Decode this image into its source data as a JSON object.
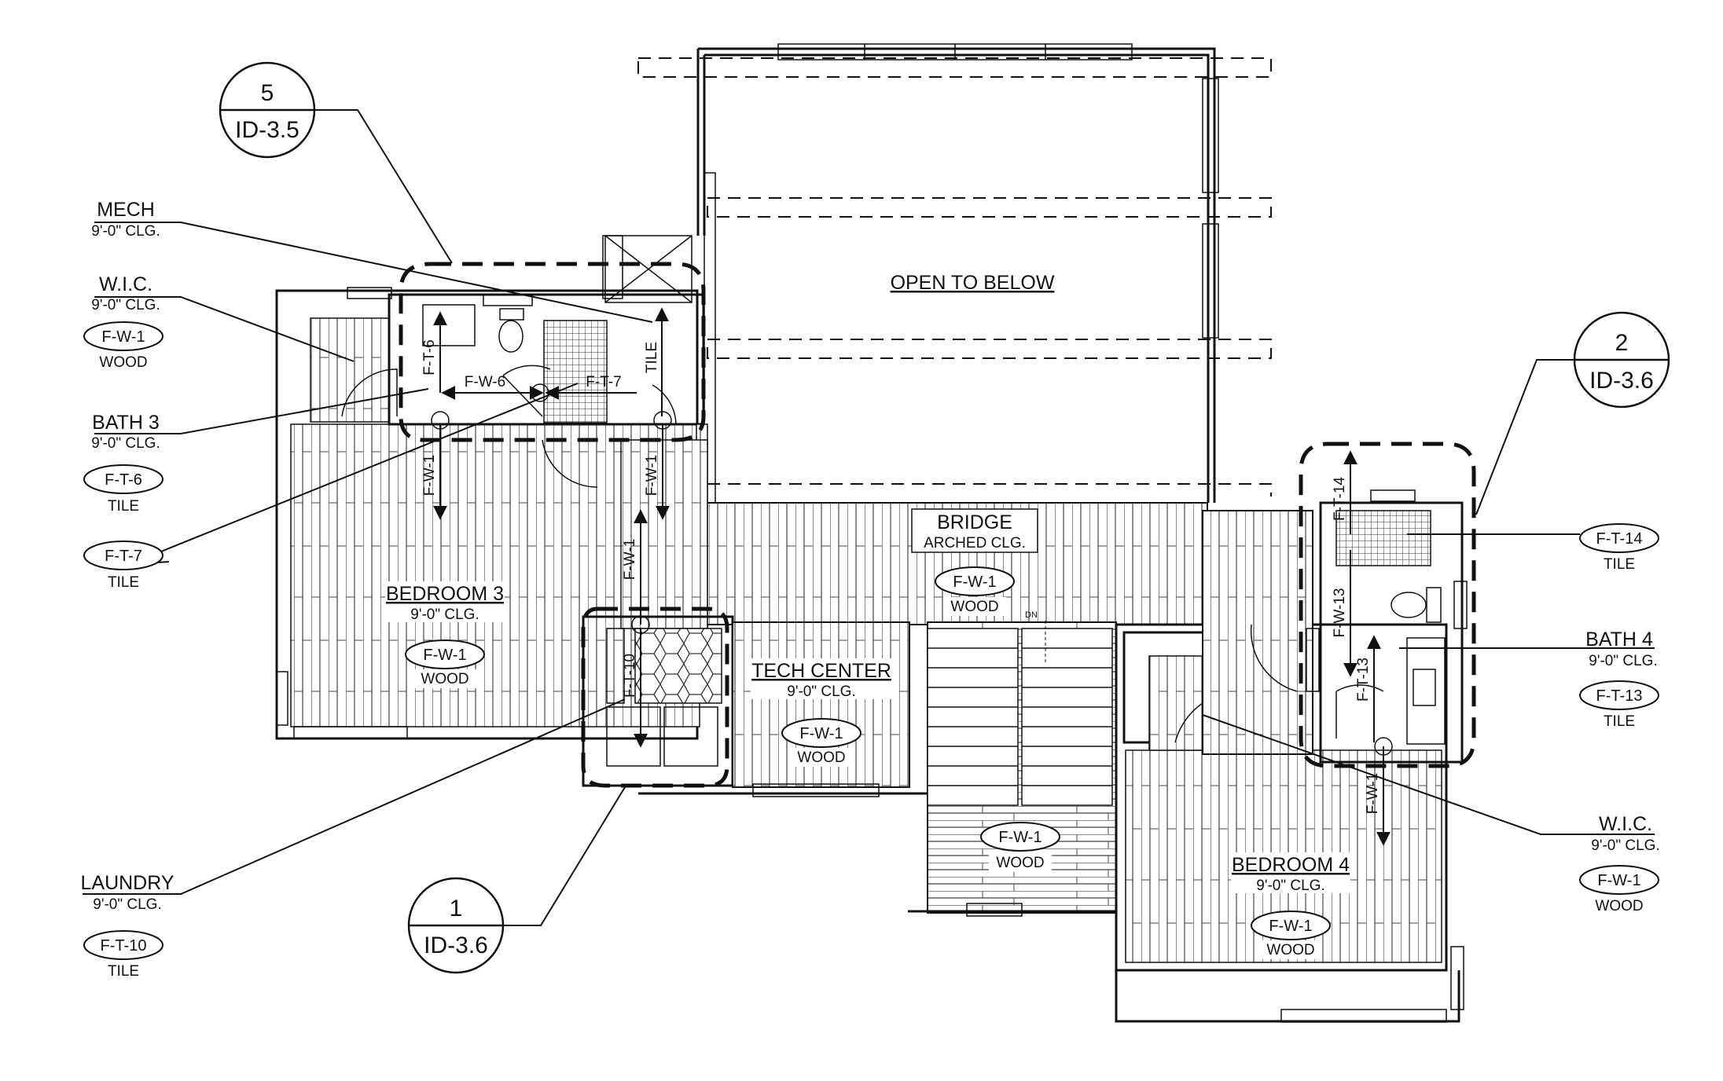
{
  "rooms": {
    "open_to_below": "OPEN TO BELOW",
    "bedroom3": {
      "name": "BEDROOM 3",
      "clg": "9'-0\" CLG.",
      "tag": "F-W-1",
      "material": "WOOD"
    },
    "bridge": {
      "name": "BRIDGE",
      "clg": "ARCHED CLG.",
      "tag": "F-W-1",
      "material": "WOOD"
    },
    "tech_center": {
      "name": "TECH CENTER",
      "clg": "9'-0\" CLG.",
      "tag": "F-W-1",
      "material": "WOOD"
    },
    "stair_landing": {
      "tag": "F-W-1",
      "material": "WOOD"
    },
    "bedroom4": {
      "name": "BEDROOM 4",
      "clg": "9'-0\" CLG.",
      "tag": "F-W-1",
      "material": "WOOD"
    },
    "stair_dn": "DN"
  },
  "callouts": {
    "mech": {
      "name": "MECH",
      "clg": "9'-0\" CLG."
    },
    "wic_left": {
      "name": "W.I.C.",
      "clg": "9'-0\" CLG.",
      "tag": "F-W-1",
      "material": "WOOD"
    },
    "bath3": {
      "name": "BATH 3",
      "clg": "9'-0\" CLG.",
      "tag1": "F-T-6",
      "material1": "TILE",
      "tag2": "F-T-7",
      "material2": "TILE"
    },
    "laundry": {
      "name": "LAUNDRY",
      "clg": "9'-0\" CLG.",
      "tag": "F-T-10",
      "material": "TILE"
    },
    "bath4_top": {
      "tag": "F-T-14",
      "material": "TILE"
    },
    "bath4": {
      "name": "BATH 4",
      "clg": "9'-0\" CLG.",
      "tag": "F-T-13",
      "material": "TILE"
    },
    "wic_right": {
      "name": "W.I.C.",
      "clg": "9'-0\" CLG.",
      "tag": "F-W-1",
      "material": "WOOD"
    }
  },
  "arrows": {
    "ft6": "F-T-6",
    "fw6": "F-W-6",
    "ft7": "F-T-7",
    "tile": "TILE",
    "fw1_a": "F-W-1",
    "fw1_b": "F-W-1",
    "fw1_c": "F-W-1",
    "ft10": "F-T-10",
    "ft14": "F-T-14",
    "fw13": "F-W-13",
    "ft13": "F-T-13",
    "fw1_d": "F-W-1"
  },
  "detail_refs": {
    "ref5": {
      "number": "5",
      "sheet": "ID-3.5"
    },
    "ref2": {
      "number": "2",
      "sheet": "ID-3.6"
    },
    "ref1": {
      "number": "1",
      "sheet": "ID-3.6"
    }
  }
}
